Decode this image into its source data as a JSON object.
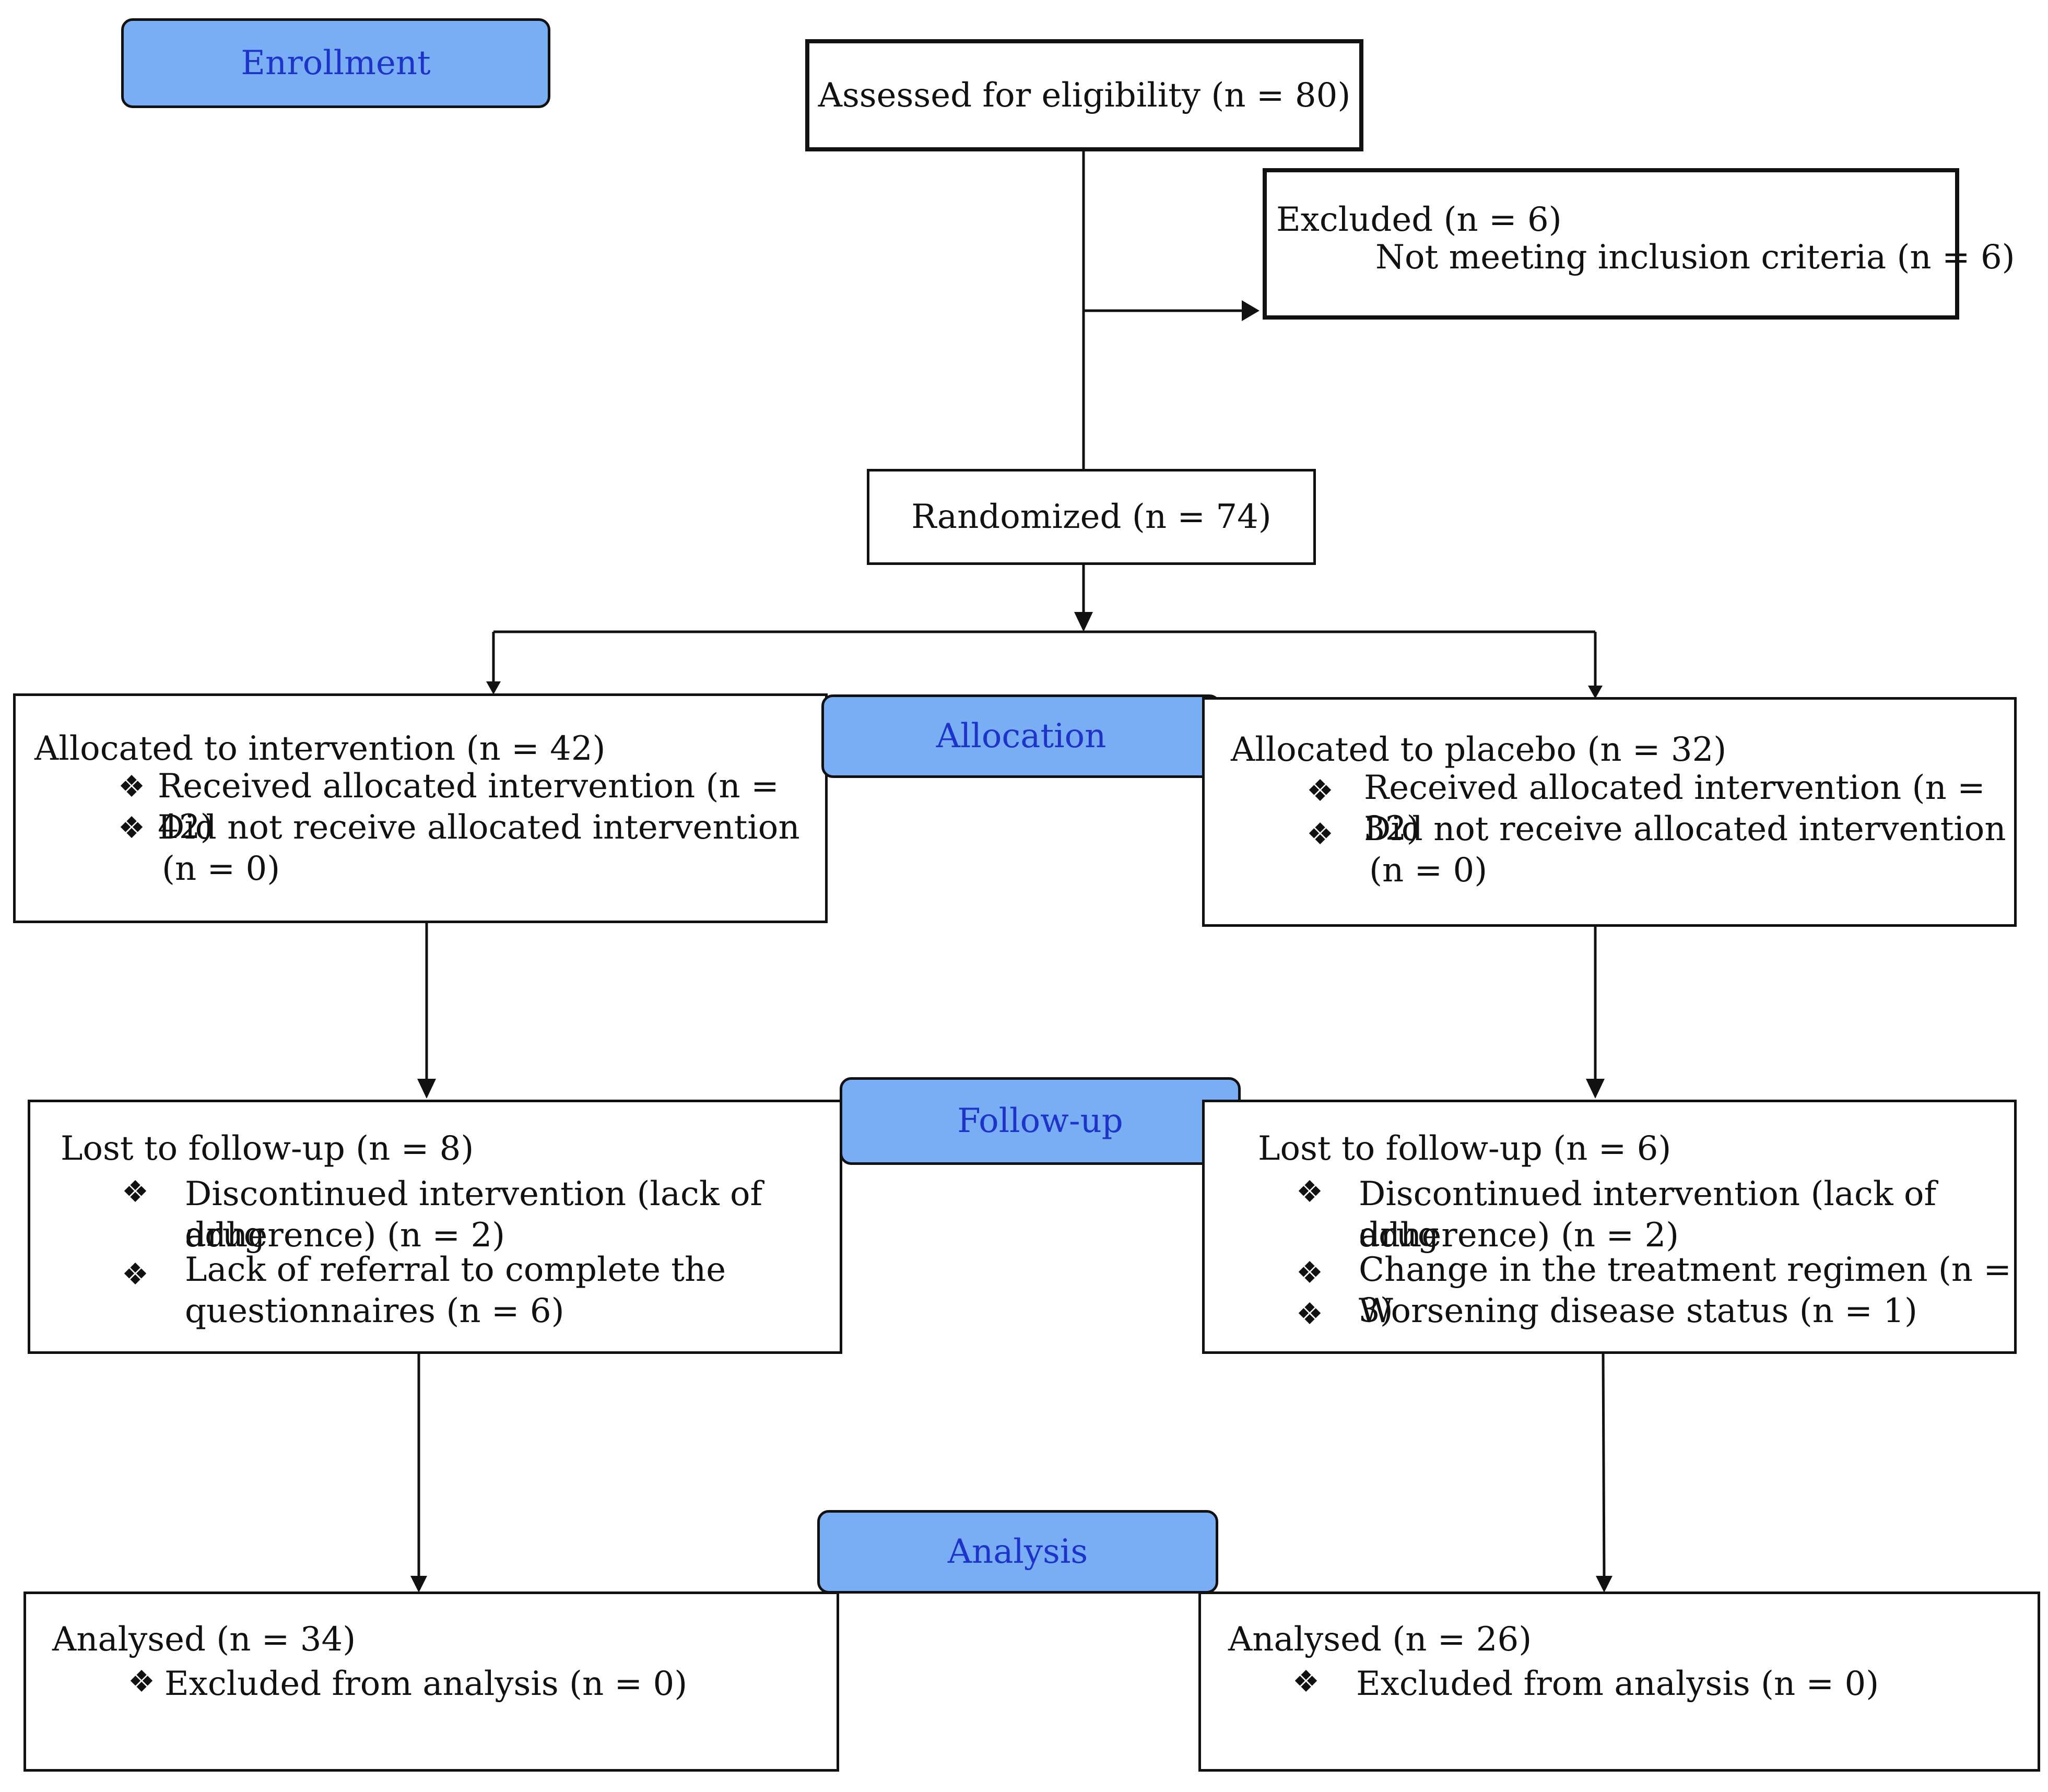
{
  "stages": {
    "enrollment": "Enrollment",
    "allocation": "Allocation",
    "followup": "Follow-up",
    "analysis": "Analysis"
  },
  "assessed": {
    "label": "Assessed for eligibility (n = 80)"
  },
  "excluded": {
    "title": "Excluded (n = 6)",
    "reason": "Not meeting inclusion criteria (n = 6)"
  },
  "randomized": {
    "label": "Randomized (n = 74)"
  },
  "bullet_symbol": "❖",
  "alloc_intervention": {
    "title": "Allocated to intervention (n = 42)",
    "items": [
      "Received allocated intervention (n = 42)",
      "Did not receive allocated intervention",
      "(n = 0)"
    ]
  },
  "alloc_placebo": {
    "title": "Allocated to placebo (n = 32)",
    "items": [
      "Received allocated intervention (n = 32)",
      "Did not receive allocated intervention",
      "(n = 0)"
    ]
  },
  "lost_intervention": {
    "title": "Lost to follow-up (n = 8)",
    "items": [
      "Discontinued intervention (lack of drug",
      "adherence) (n = 2)",
      "Lack of referral to complete the",
      "questionnaires (n = 6)"
    ]
  },
  "lost_placebo": {
    "title": "Lost to follow-up (n = 6)",
    "items": [
      "Discontinued intervention (lack of drug",
      "adherence) (n = 2)",
      "Change in the treatment regimen (n = 3)",
      "Worsening disease status (n = 1)"
    ]
  },
  "analysed_intervention": {
    "title": "Analysed (n = 34)",
    "items": [
      "Excluded from analysis (n = 0)"
    ]
  },
  "analysed_placebo": {
    "title": "Analysed (n = 26)",
    "items": [
      "Excluded from analysis (n = 0)"
    ]
  }
}
